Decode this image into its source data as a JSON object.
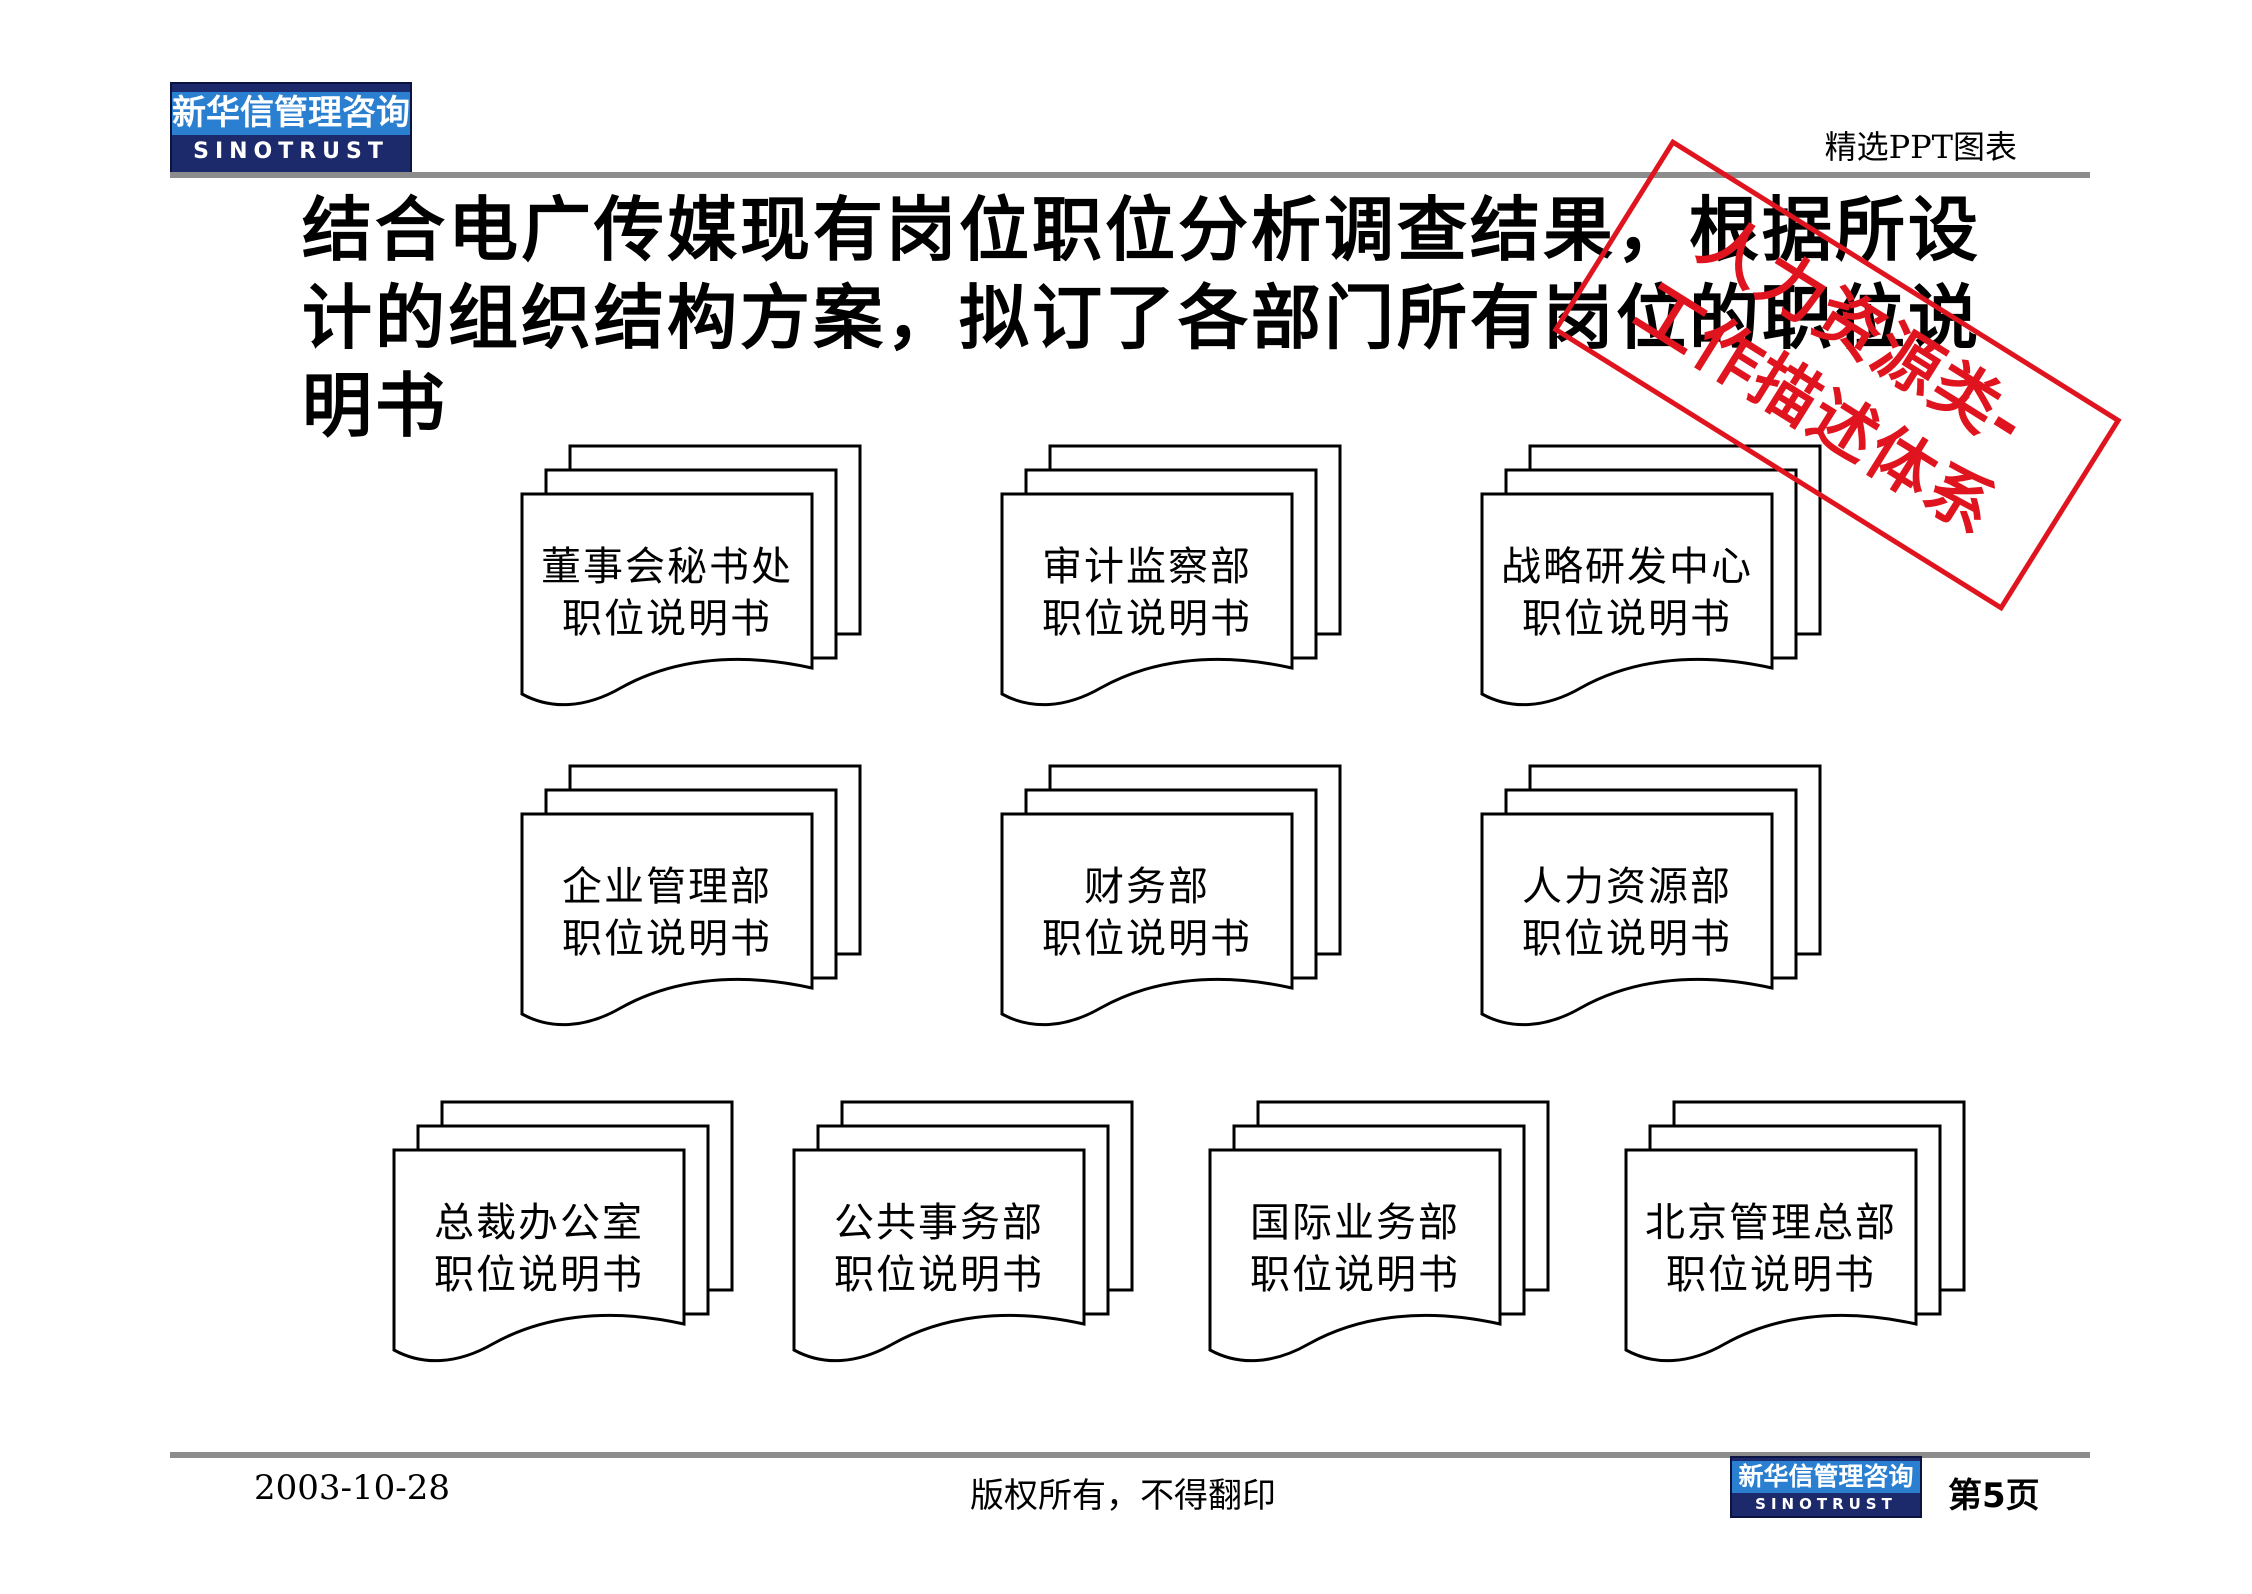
{
  "header": {
    "logo": {
      "cn": "新华信管理咨询",
      "en": "SINOTRUST"
    },
    "tag": "精选PPT图表"
  },
  "title": "结合电广传媒现有岗位职位分析调查结果，根据所设计的组织结构方案，拟订了各部门所有岗位的职位说明书",
  "stamp": {
    "line1": "人力资源类-",
    "line2": "工作描述体系"
  },
  "documents": [
    {
      "name": "董事会秘书处",
      "subtitle": "职位说明书"
    },
    {
      "name": "审计监察部",
      "subtitle": "职位说明书"
    },
    {
      "name": "战略研发中心",
      "subtitle": "职位说明书"
    },
    {
      "name": "企业管理部",
      "subtitle": "职位说明书"
    },
    {
      "name": "财务部",
      "subtitle": "职位说明书"
    },
    {
      "name": "人力资源部",
      "subtitle": "职位说明书"
    },
    {
      "name": "总裁办公室",
      "subtitle": "职位说明书"
    },
    {
      "name": "公共事务部",
      "subtitle": "职位说明书"
    },
    {
      "name": "国际业务部",
      "subtitle": "职位说明书"
    },
    {
      "name": "北京管理总部",
      "subtitle": "职位说明书"
    }
  ],
  "footer": {
    "date": "2003-10-28",
    "copyright": "版权所有，不得翻印",
    "page": "第5页",
    "logo": {
      "cn": "新华信管理咨询",
      "en": "SINOTRUST"
    }
  },
  "colors": {
    "logo_bg": "#1c2a6b",
    "logo_band": "#2a7fd0",
    "stamp": "#e0141e",
    "rule": "#8c8c8c"
  }
}
